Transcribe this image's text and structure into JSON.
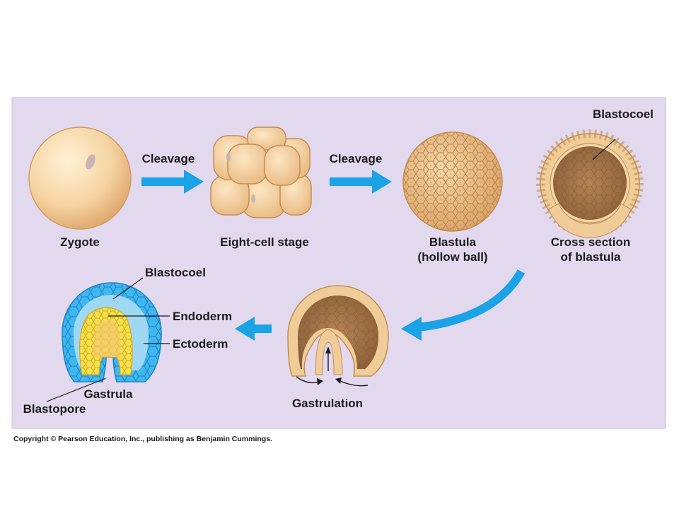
{
  "colors": {
    "panel_background": "#e3d9ef",
    "arrow": "#1aa3e6",
    "cell_tan": "#f0cc99",
    "cell_outline": "#c28d52",
    "ectoderm": "#3fb7f0",
    "endoderm": "#f6e04a"
  },
  "arrows": {
    "top_1": "Cleavage",
    "top_2": "Cleavage"
  },
  "stages": {
    "zygote": "Zygote",
    "eight_cell": "Eight-cell stage",
    "blastula_line1": "Blastula",
    "blastula_line2": "(hollow ball)",
    "cross_section_line1": "Cross section",
    "cross_section_line2": "of blastula",
    "gastrulation": "Gastrulation",
    "gastrula": "Gastrula"
  },
  "callouts": {
    "blastocoel_top": "Blastocoel",
    "blastocoel_gastrula": "Blastocoel",
    "endoderm": "Endoderm",
    "ectoderm": "Ectoderm",
    "blastopore": "Blastopore"
  },
  "copyright": "Copyright © Pearson Education, Inc., publishing as Benjamin Cummings."
}
